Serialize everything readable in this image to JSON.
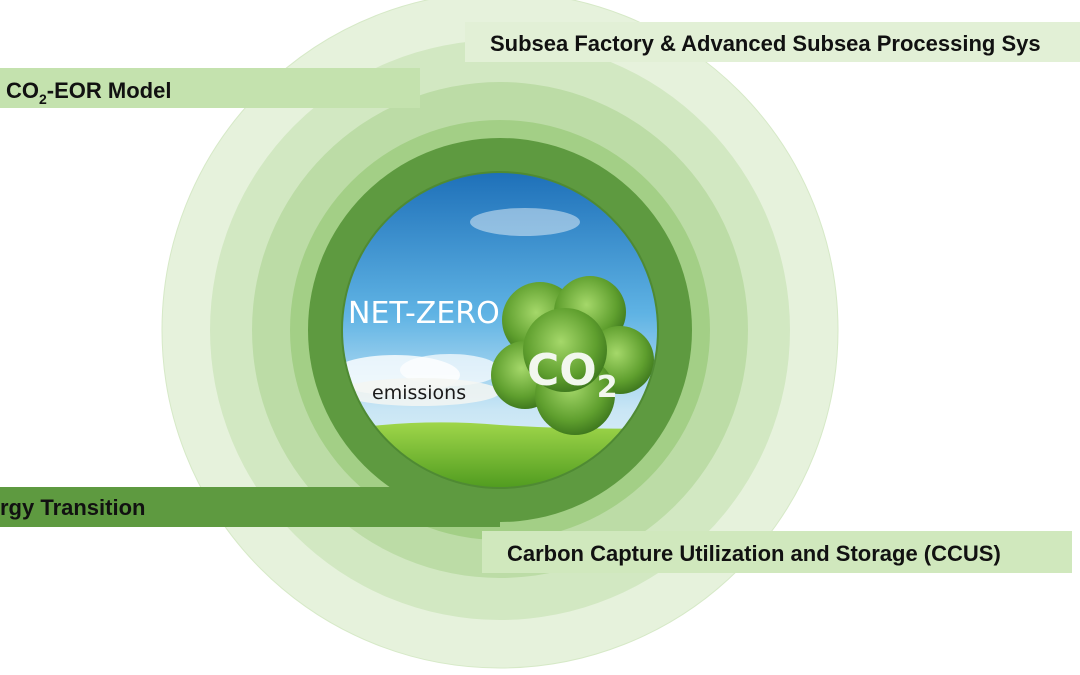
{
  "labels": {
    "subsea": "Subsea Factory & Advanced Subsea Processing Sys",
    "co2_eor_prefix": "CO",
    "co2_eor_sub": "2",
    "co2_eor_suffix": "-EOR Model",
    "energy": "rgy Transition",
    "ccus": "Carbon Capture Utilization and Storage (CCUS)"
  },
  "center": {
    "title": "NET-ZERO",
    "subtitle": "emissions",
    "graphic_text": "CO",
    "graphic_sub": "2"
  },
  "colors": {
    "ring_outer": "#e6f2dc",
    "ring_2": "#d2e8c2",
    "ring_3": "#bcdca6",
    "ring_4": "#a3cf86",
    "ring_inner": "#5e9a40",
    "band_light": "#d6ebc6",
    "band_mid": "#c4e2ae",
    "band_dark": "#5e9a40",
    "band_ccus": "#d0e8bd"
  }
}
